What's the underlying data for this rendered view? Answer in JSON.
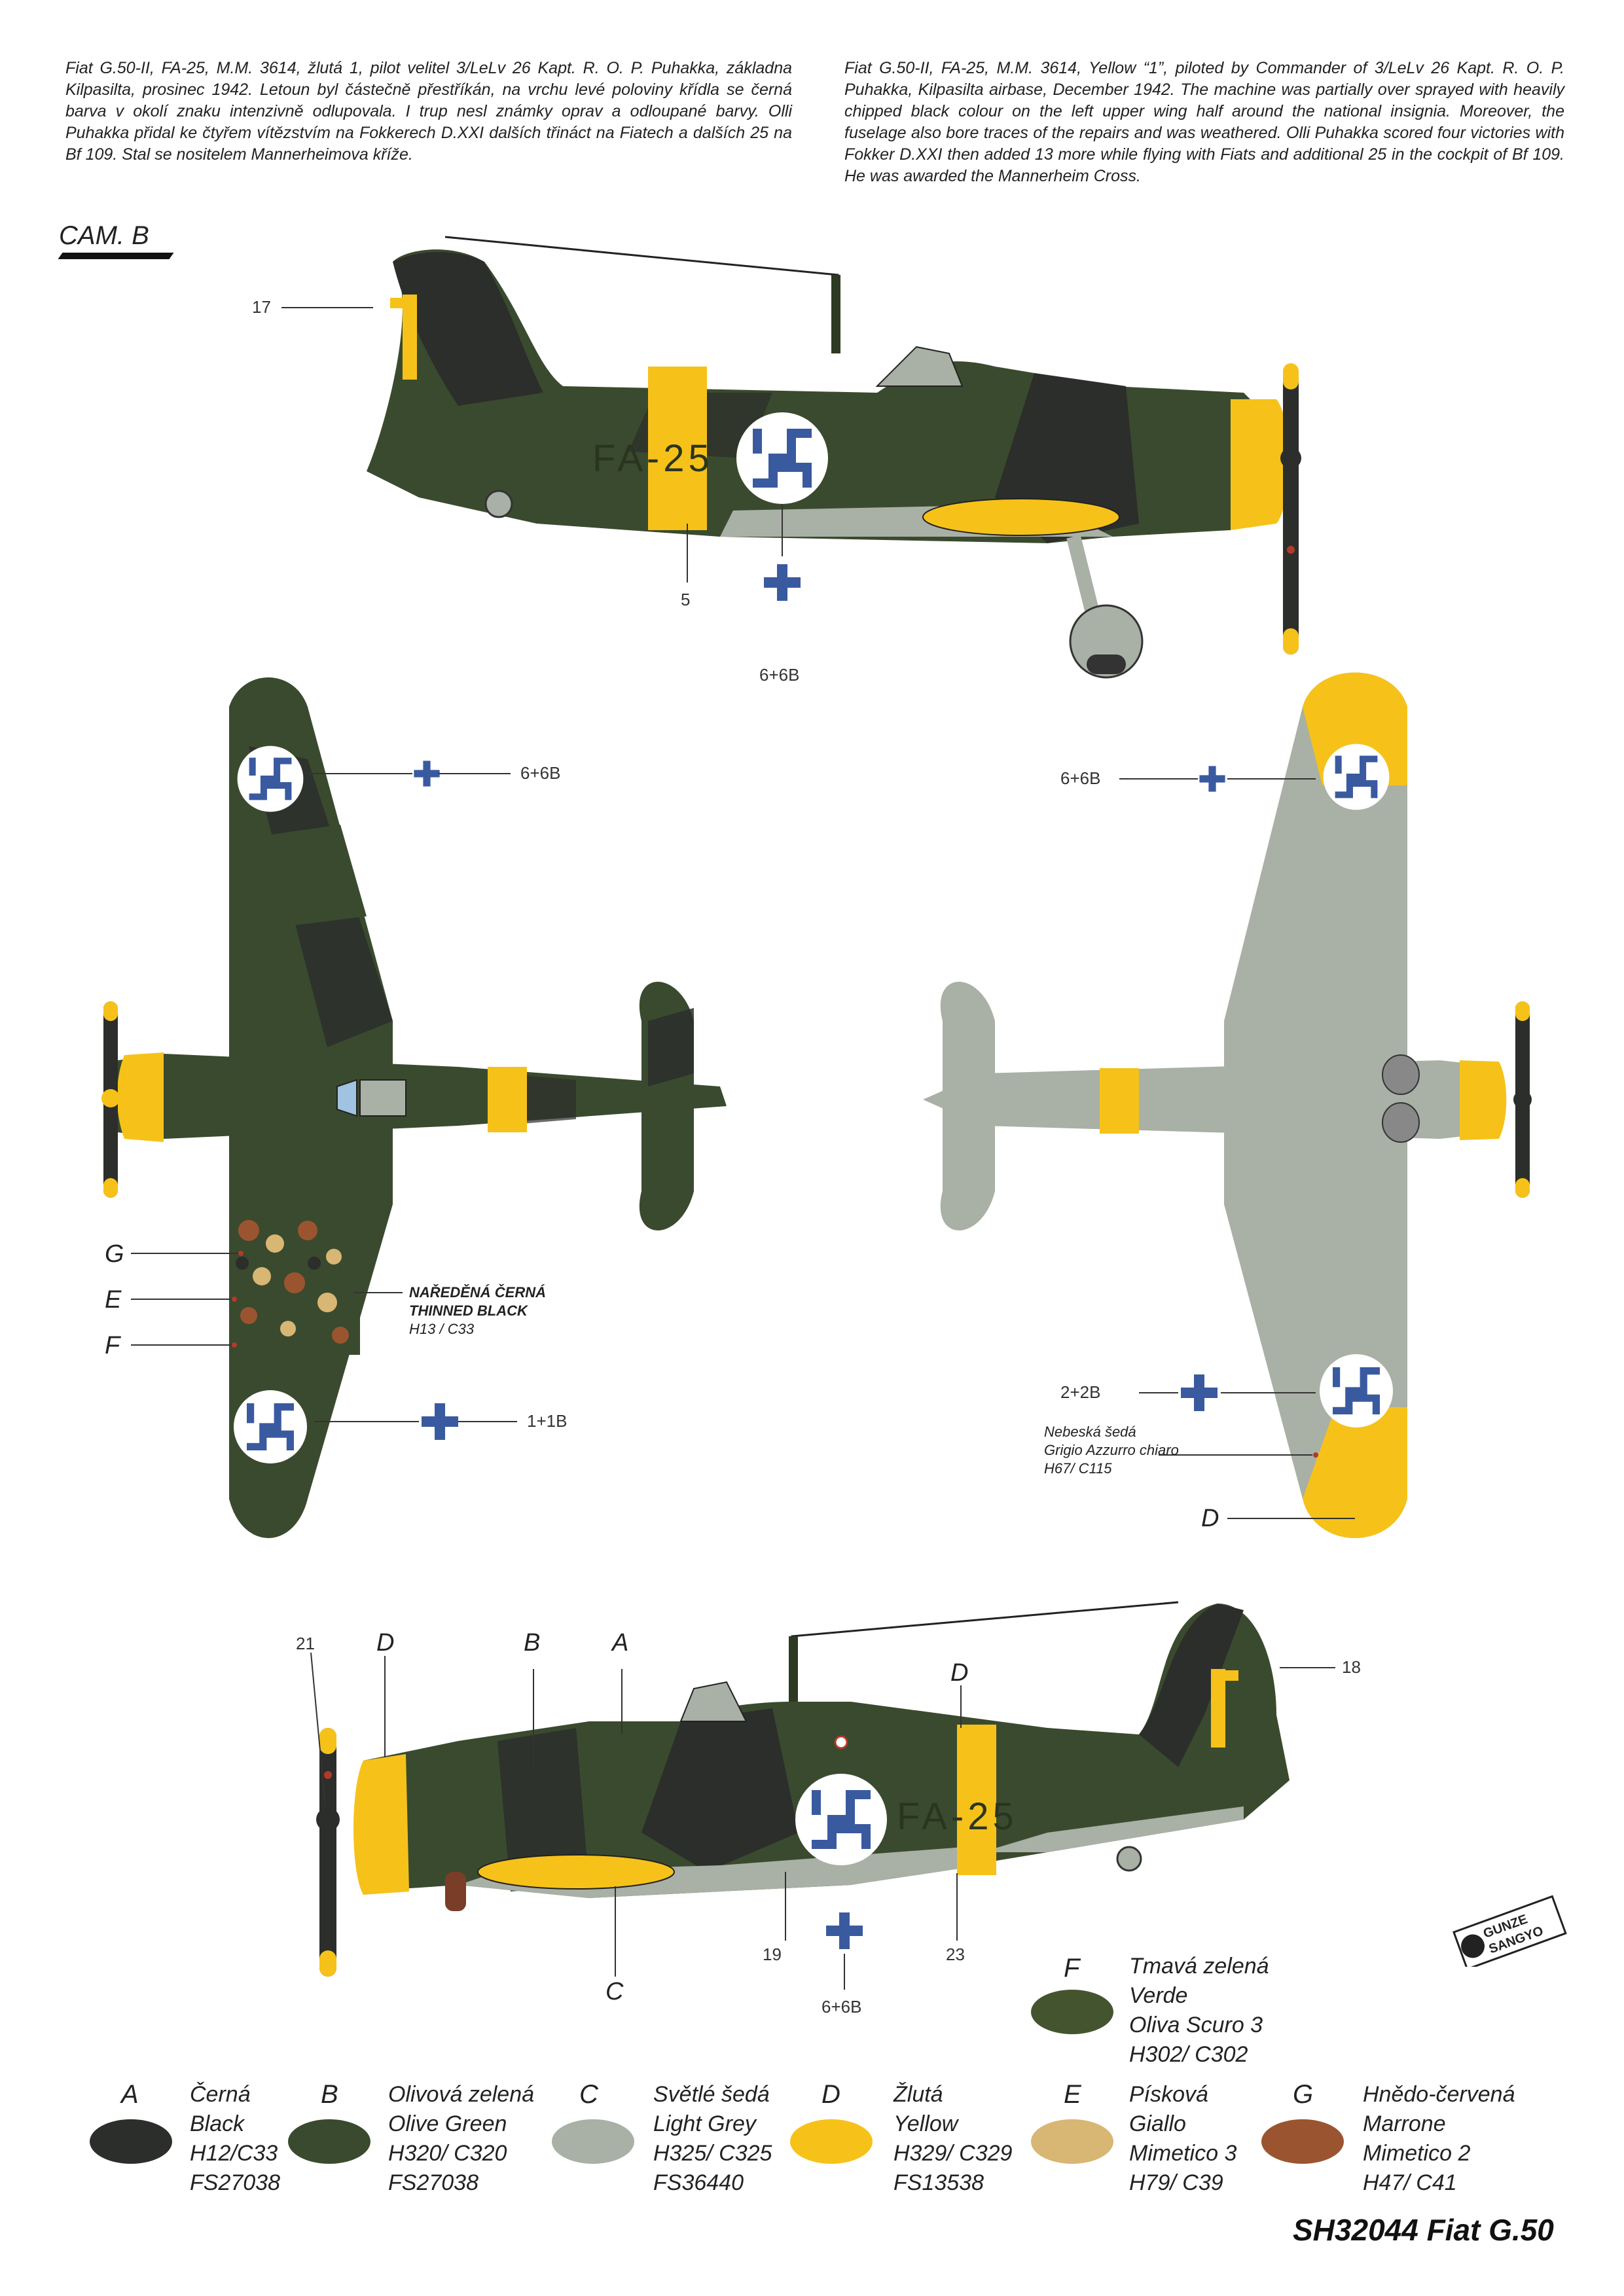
{
  "description_cz": "Fiat G.50-II, FA-25, M.M. 3614, žlutá 1, pilot velitel 3/LeLv 26 Kapt. R. O. P.  Puhakka, základna Kilpasilta, prosinec 1942. Letoun byl částečně přestříkán, na vrchu levé poloviny křídla se černá barva v okolí znaku intenzivně odlupovala. I trup nesl známky oprav a odloupané barvy. Olli Puhakka přidal ke čtyřem vítězstvím na Fokkerech D.XXI dalších třináct na Fiatech a dalších 25 na Bf 109. Stal se nositelem Mannerheimova kříže.",
  "description_en": "Fiat G.50-II, FA-25, M.M. 3614, Yellow “1”, piloted by Commander of 3/LeLv 26 Kapt. R. O. P.  Puhakka, Kilpasilta airbase, December 1942. The machine was partially over sprayed with heavily chipped black colour on the left upper wing half around the national insignia. Moreover, the fuselage also bore traces of the repairs and was weathered.  Olli Puhakka scored four victories with Fokker D.XXI then added 13 more while flying with Fiats and additional 25 in the cockpit of Bf 109. He was awarded the Mannerheim Cross.",
  "scheme_label": "CAM. B",
  "aircraft_codes": "FA-25",
  "tail_number": "1",
  "callouts": {
    "c17": "17",
    "c5": "5",
    "c6_6b_side": "6+6B",
    "c6_6b_top": "6+6B",
    "c6_6b_bottom": "6+6B",
    "c1_1b": "1+1B",
    "c2_2b": "2+2B",
    "c21": "21",
    "c18": "18",
    "c19": "19",
    "c23": "23",
    "c6_6b_right": "6+6B",
    "G": "G",
    "E": "E",
    "F": "F",
    "D_bottom": "D",
    "D_r1": "D",
    "B_r": "B",
    "A_r": "A",
    "D_r2": "D",
    "C_r": "C"
  },
  "notes": {
    "thinned_black_cz": "NAŘEDĚNÁ ČERNÁ",
    "thinned_black_en": "THINNED BLACK",
    "thinned_black_code": "H13 / C33",
    "sky_grey_cz": "Nebeská šedá",
    "sky_grey_it": "Grigio Azzurro chiaro",
    "sky_grey_code": "H67/ C115"
  },
  "colors": {
    "A": "#2c2e2b",
    "B": "#3a4a2e",
    "C": "#a9b0a5",
    "D": "#f6c21a",
    "E": "#d8b673",
    "F": "#44542f",
    "G": "#9a5530",
    "insignia_blue": "#3a5aa0"
  },
  "legend": [
    {
      "letter": "A",
      "lines": [
        "Černá",
        "Black",
        "H12/C33",
        "FS27038"
      ]
    },
    {
      "letter": "B",
      "lines": [
        "Olivová zelená",
        "Olive Green",
        "H320/ C320",
        "FS27038"
      ]
    },
    {
      "letter": "C",
      "lines": [
        "Světlé šedá",
        "Light Grey",
        "H325/ C325",
        "FS36440"
      ]
    },
    {
      "letter": "D",
      "lines": [
        "Žlutá",
        "Yellow",
        "H329/ C329",
        "FS13538"
      ]
    },
    {
      "letter": "E",
      "lines": [
        "Písková",
        "Giallo",
        "Mimetico 3",
        "H79/ C39"
      ]
    },
    {
      "letter": "G",
      "lines": [
        "Hnědo-červená",
        "Marrone",
        "Mimetico 2",
        "H47/ C41"
      ]
    },
    {
      "letter": "F",
      "lines": [
        "Tmavá zelená",
        "Verde",
        "Oliva Scuro 3",
        "H302/ C302"
      ]
    }
  ],
  "logo_text": [
    "GUNZE",
    "SANGYO"
  ],
  "footer": "SH32044 Fiat G.50"
}
